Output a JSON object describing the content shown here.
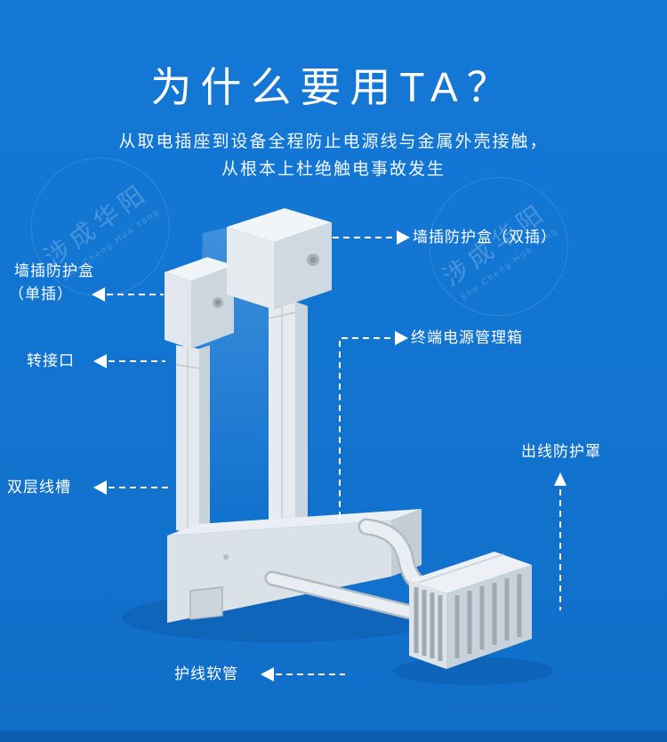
{
  "page": {
    "background": "#1376d3",
    "footer_color": "#0b5db1",
    "text_color": "#ffffff",
    "product_light_color": "#edf1f5"
  },
  "header": {
    "title": "为什么要用TA？",
    "subtitle_line1": "从取电插座到设备全程防止电源线与金属外壳接触，",
    "subtitle_line2": "从根本上杜绝触电事故发生"
  },
  "watermark": {
    "cn": "涉成华阳",
    "en": "She Cheng Hua Yang"
  },
  "callouts": {
    "wall_box_double": "墙插防护盒（双插）",
    "wall_box_single_line1": "墙插防护盒",
    "wall_box_single_line2": "（单插）",
    "adapter_port": "转接口",
    "terminal_power_box": "终端电源管理箱",
    "outlet_guard": "出线防护罩",
    "double_cable_trough": "双层线槽",
    "cable_sleeve": "护线软管"
  }
}
